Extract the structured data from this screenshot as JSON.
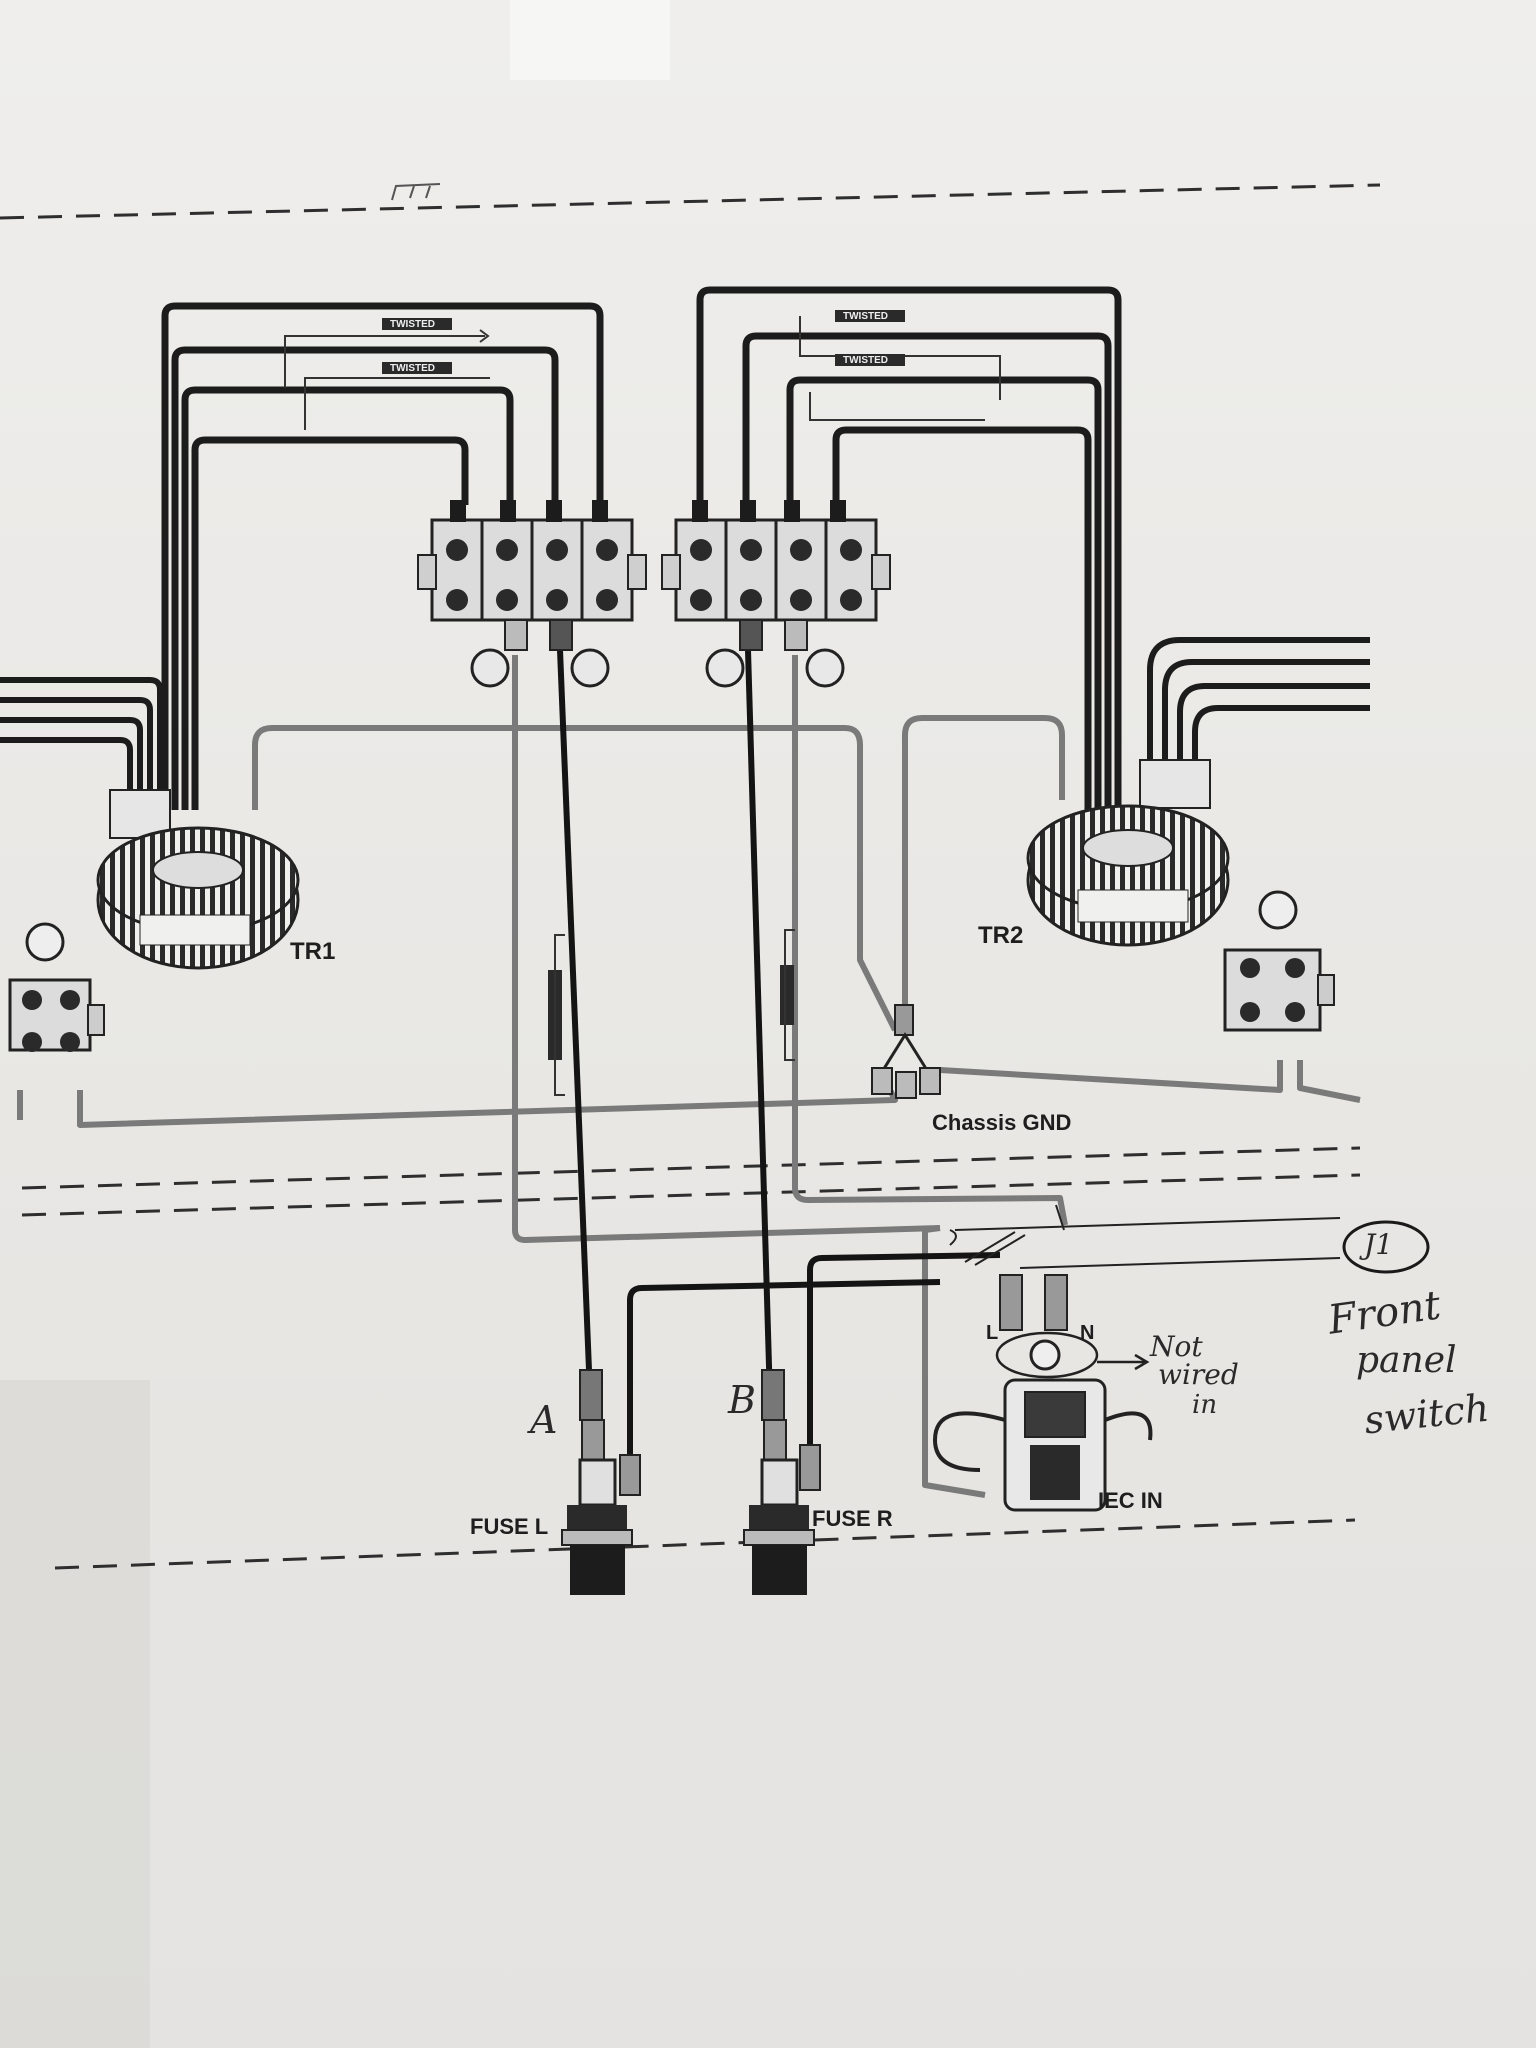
{
  "labels": {
    "tr1": "TR1",
    "tr2": "TR2",
    "chassis_gnd": "Chassis GND",
    "fuse_l": "FUSE L",
    "fuse_r": "FUSE R",
    "iec_in": "IEC IN",
    "line": "L",
    "neutral": "N",
    "twisted": "TWISTED"
  },
  "handwriting": {
    "a": "A",
    "b": "B",
    "switch_id": "J1",
    "not_wired_1": "Not",
    "not_wired_2": "wired",
    "not_wired_3": "in",
    "front_panel_1": "Front",
    "front_panel_2": "panel",
    "front_panel_3": "switch"
  }
}
